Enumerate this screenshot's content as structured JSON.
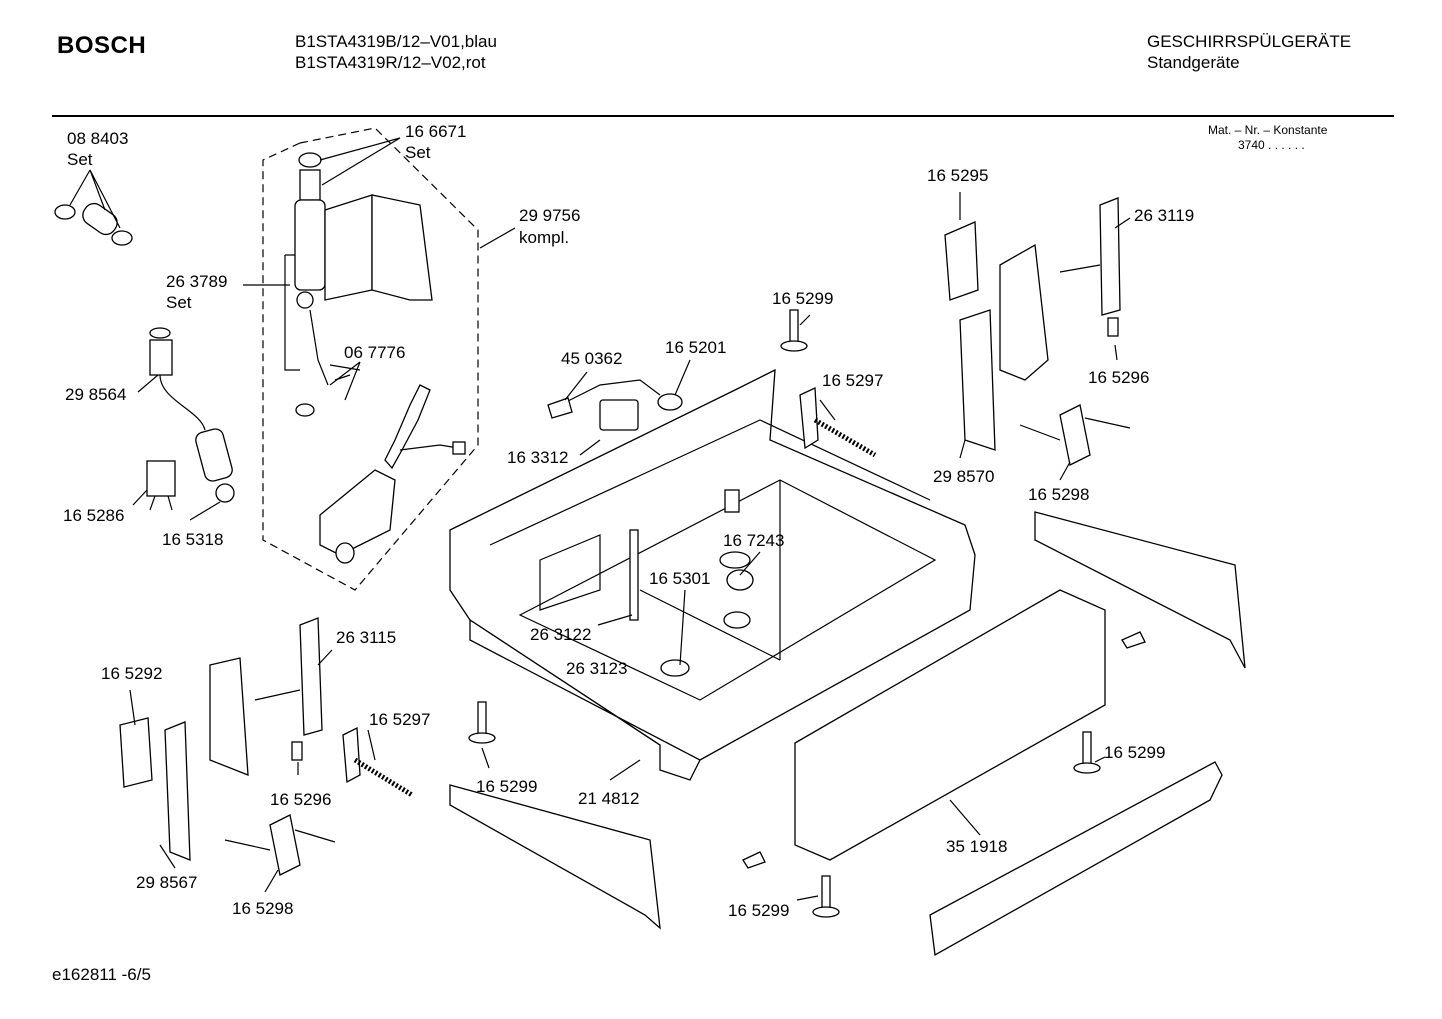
{
  "header": {
    "brand": "BOSCH",
    "model_line_1": "B1STA4319B/12–V01,blau",
    "model_line_2": "B1STA4319R/12–V02,rot",
    "category": "GESCHIRRSPÜLGERÄTE",
    "subcategory": "Standgeräte"
  },
  "material": {
    "title": "Mat. – Nr. – Konstante",
    "value": "3740  .  .  .  .  .  ."
  },
  "footer": {
    "code": "e162811 -6/5"
  },
  "labels": {
    "p088403": "08 8403",
    "set1": "Set",
    "p166671": "16 6671",
    "set2": "Set",
    "p299756": "29 9756",
    "kompl": "kompl.",
    "p263789": "26 3789",
    "set3": "Set",
    "p067776": "06 7776",
    "p298564": "29 8564",
    "p165286": "16 5286",
    "p165318": "16 5318",
    "p450362": "45 0362",
    "p165201": "16 5201",
    "p163312": "16 3312",
    "p165299_top": "16 5299",
    "p165297_top": "16 5297",
    "p165295": "16 5295",
    "p263119": "26 3119",
    "p165296_right": "16 5296",
    "p298570": "29 8570",
    "p165298_right": "16 5298",
    "p167243": "16 7243",
    "p165301": "16 5301",
    "p263122": "26 3122",
    "p263123": "26 3123",
    "p263115": "26 3115",
    "p165292": "16 5292",
    "p165297_left": "16 5297",
    "p165296_left": "16 5296",
    "p298567": "29 8567",
    "p165298_left": "16 5298",
    "p165299_mid": "16 5299",
    "p214812": "21 4812",
    "p165299_right": "16 5299",
    "p351918": "35 1918",
    "p165299_bottom": "16 5299"
  }
}
